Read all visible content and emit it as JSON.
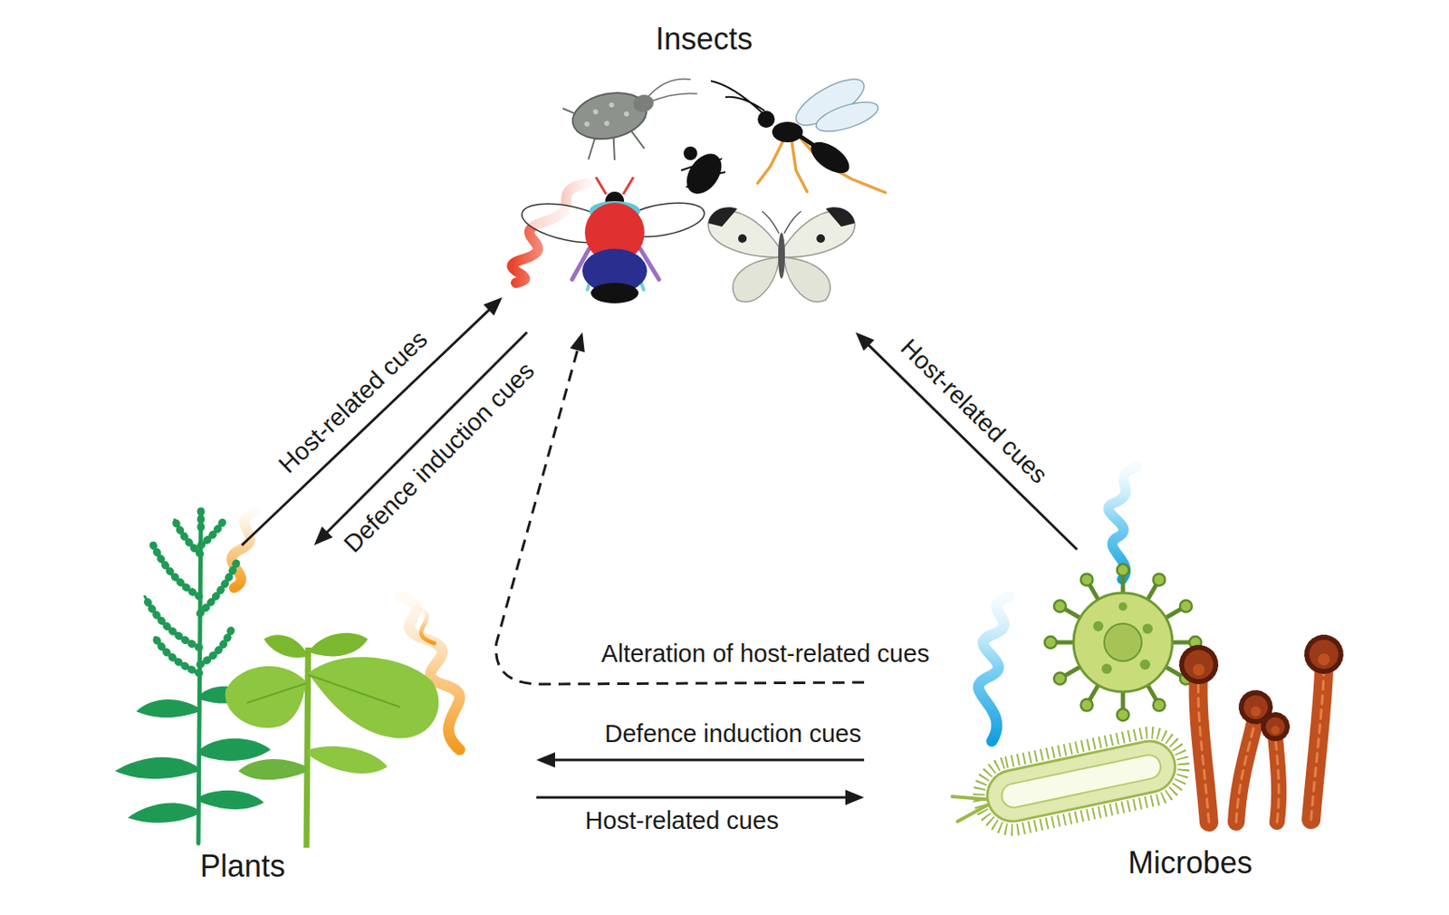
{
  "diagram": {
    "nodes": [
      {
        "text": [
          "Insects"
        ]
      },
      {
        "text": [
          "Plants"
        ]
      },
      {
        "text": [
          "Microbes"
        ]
      }
    ],
    "edges": [
      {
        "from": 1,
        "to": 0,
        "arrow": "to",
        "label": "Host-related cues"
      },
      {
        "from": 0,
        "to": 1,
        "arrow": "to",
        "label": "Defence induction cues"
      },
      {
        "from": 2,
        "to": 0,
        "arrow": "to",
        "label": "Host-related cues"
      },
      {
        "from": 2,
        "to": 1,
        "arrow": "to",
        "label": "Defence induction cues"
      },
      {
        "from": 1,
        "to": 2,
        "arrow": "to",
        "label": "Host-related cues"
      },
      {
        "from": 2,
        "to": 0,
        "arrow": "to",
        "label": "Alteration of host-related cues"
      }
    ]
  }
}
